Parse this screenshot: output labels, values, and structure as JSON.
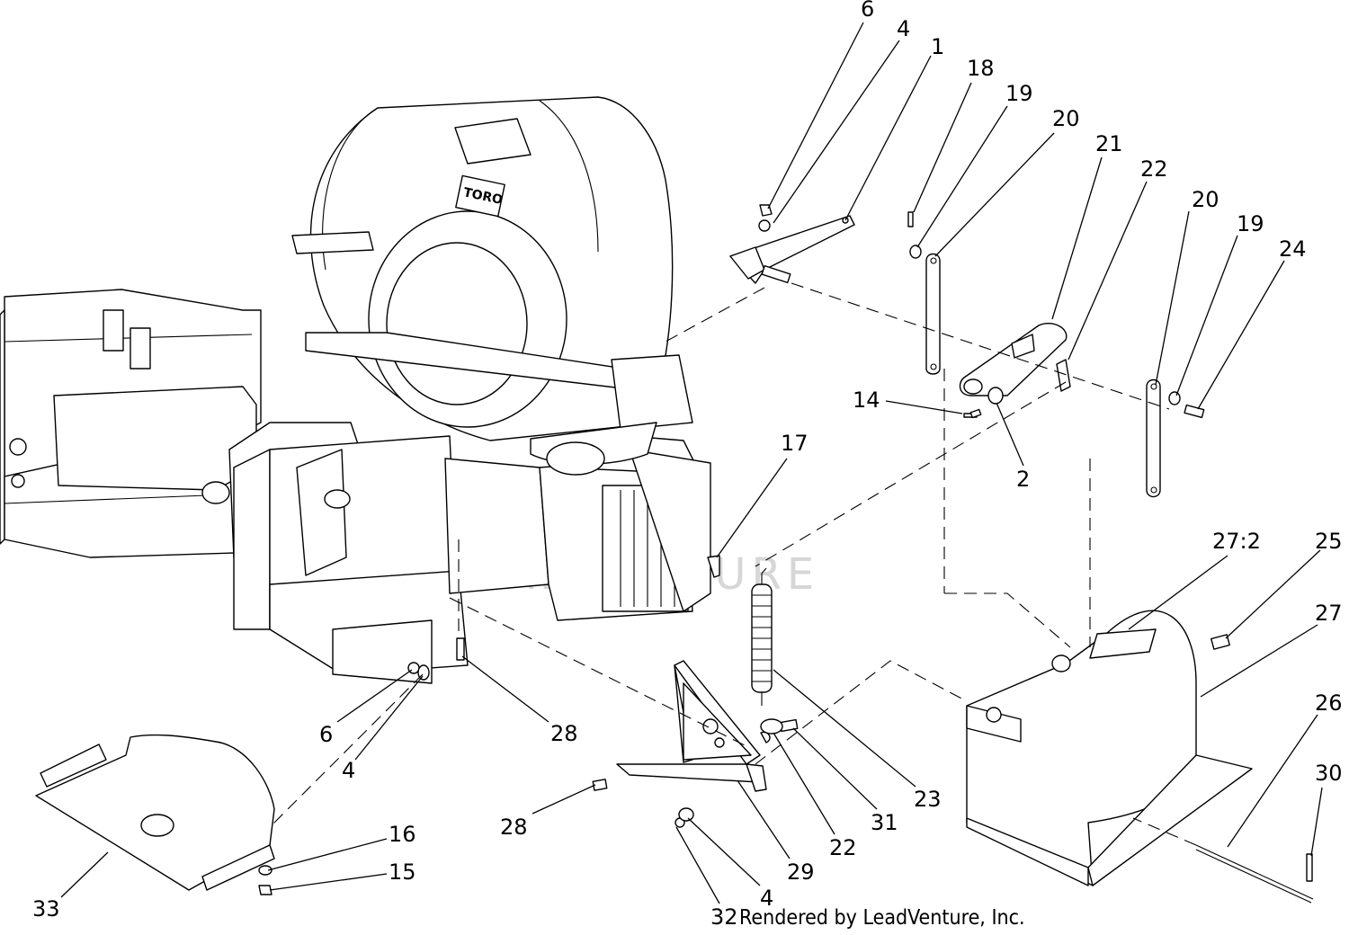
{
  "watermark": "LEADVENTURE",
  "credit": "Rendered by LeadVenture, Inc.",
  "housing_logo": "TORO",
  "callouts": [
    {
      "id": "c6a",
      "label": "6"
    },
    {
      "id": "c4a",
      "label": "4"
    },
    {
      "id": "c1",
      "label": "1"
    },
    {
      "id": "c18",
      "label": "18"
    },
    {
      "id": "c19a",
      "label": "19"
    },
    {
      "id": "c20a",
      "label": "20"
    },
    {
      "id": "c21",
      "label": "21"
    },
    {
      "id": "c22a",
      "label": "22"
    },
    {
      "id": "c20b",
      "label": "20"
    },
    {
      "id": "c19b",
      "label": "19"
    },
    {
      "id": "c24",
      "label": "24"
    },
    {
      "id": "c14",
      "label": "14"
    },
    {
      "id": "c2",
      "label": "2"
    },
    {
      "id": "c17",
      "label": "17"
    },
    {
      "id": "c27_2",
      "label": "27:2"
    },
    {
      "id": "c25",
      "label": "25"
    },
    {
      "id": "c27",
      "label": "27"
    },
    {
      "id": "c26",
      "label": "26"
    },
    {
      "id": "c30",
      "label": "30"
    },
    {
      "id": "c6b",
      "label": "6"
    },
    {
      "id": "c4b",
      "label": "4"
    },
    {
      "id": "c28a",
      "label": "28"
    },
    {
      "id": "c23",
      "label": "23"
    },
    {
      "id": "c31",
      "label": "31"
    },
    {
      "id": "c22b",
      "label": "22"
    },
    {
      "id": "c29",
      "label": "29"
    },
    {
      "id": "c28b",
      "label": "28"
    },
    {
      "id": "c16",
      "label": "16"
    },
    {
      "id": "c15",
      "label": "15"
    },
    {
      "id": "c33",
      "label": "33"
    },
    {
      "id": "c4c",
      "label": "4"
    },
    {
      "id": "c32",
      "label": "32"
    }
  ]
}
